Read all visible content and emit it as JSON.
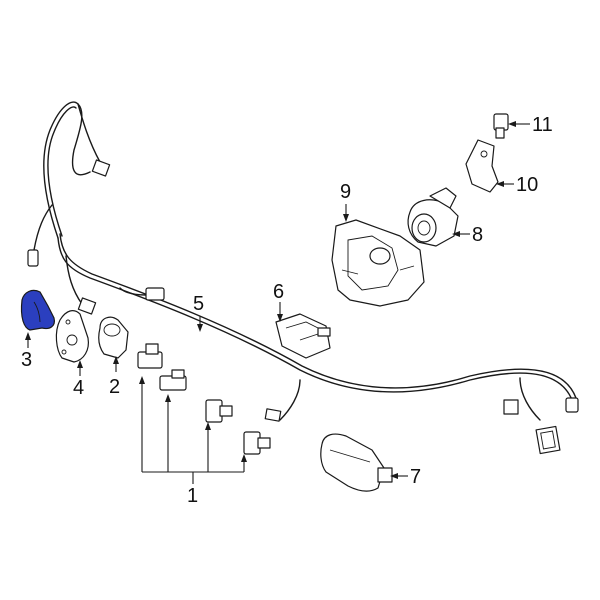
{
  "diagram": {
    "highlight_color": "#2b3fbf",
    "line_color": "#1a1a1a",
    "callouts": [
      {
        "id": "1",
        "label": "1"
      },
      {
        "id": "2",
        "label": "2"
      },
      {
        "id": "3",
        "label": "3"
      },
      {
        "id": "4",
        "label": "4"
      },
      {
        "id": "5",
        "label": "5"
      },
      {
        "id": "6",
        "label": "6"
      },
      {
        "id": "7",
        "label": "7"
      },
      {
        "id": "8",
        "label": "8"
      },
      {
        "id": "9",
        "label": "9"
      },
      {
        "id": "10",
        "label": "10"
      },
      {
        "id": "11",
        "label": "11"
      }
    ]
  }
}
